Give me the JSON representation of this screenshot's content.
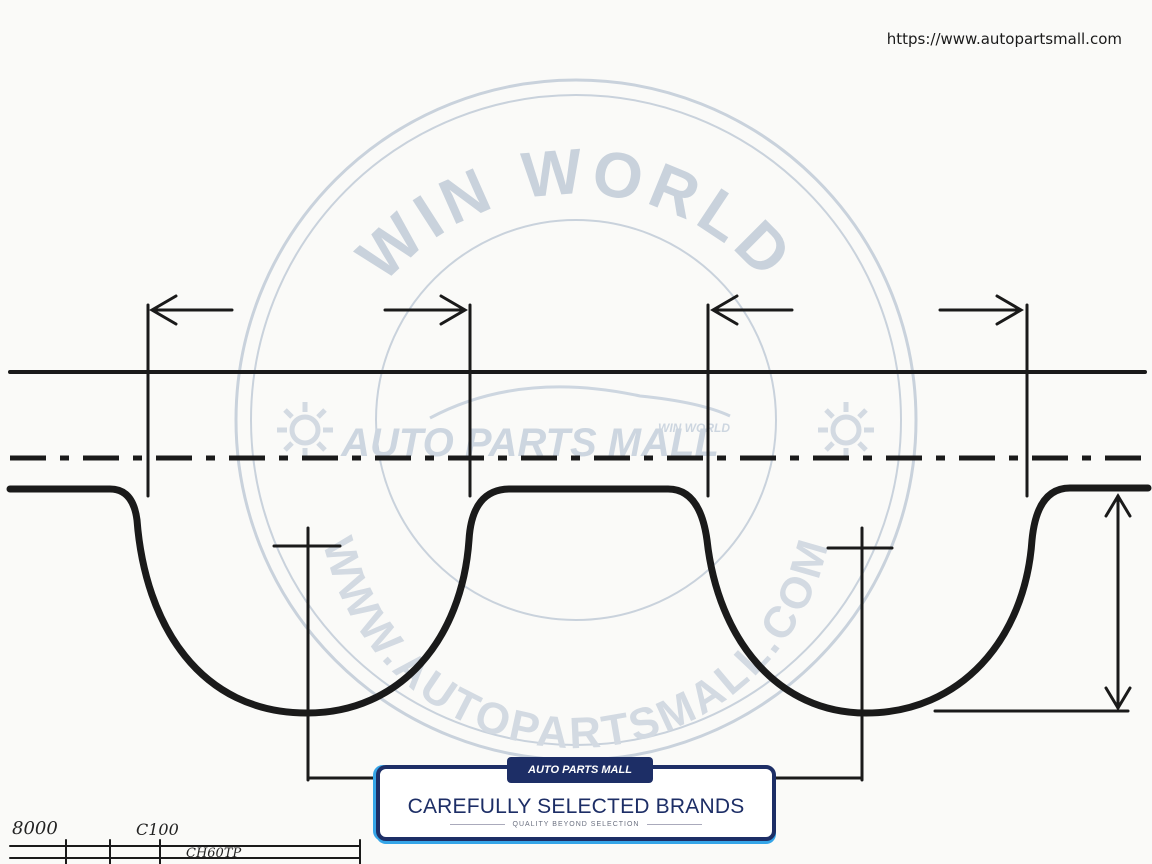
{
  "watermark": {
    "url": "https://www.autopartsmall.com",
    "arc_top": "WIN WORLD",
    "arc_bottom": "WWW.AUTOPARTSMALL.COM",
    "center_logo": "AUTO PARTS MALL",
    "center_sub": "WIN WORLD",
    "color": "#c9d2dc"
  },
  "badge": {
    "logo": "AUTO PARTS MALL",
    "title": "CAREFULLY SELECTED BRANDS",
    "subtitle": "QUALITY BEYOND SELECTION",
    "navy": "#1d2e66",
    "accent": "#35a5e8"
  },
  "sketch_labels": [
    "8000",
    "C100",
    "CH60TP"
  ]
}
